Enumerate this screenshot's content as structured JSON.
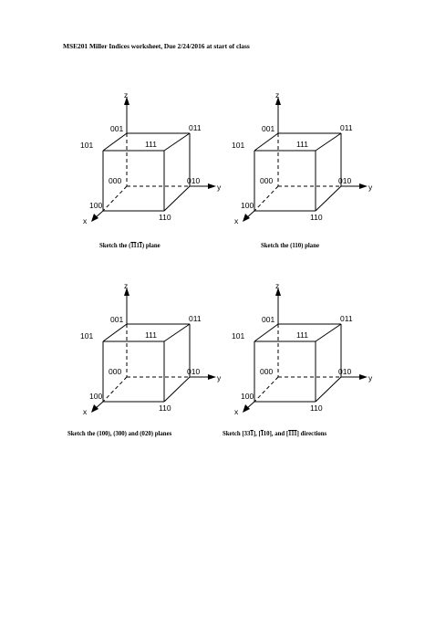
{
  "title": "MSE201 Miller Indices worksheet, Due 2/24/2016 at start of class",
  "cube_labels": {
    "z": "z",
    "y": "y",
    "x": "x",
    "v001": "001",
    "v011": "011",
    "v101": "101",
    "v111": "111",
    "v000": "000",
    "v010": "010",
    "v100": "100",
    "v110": "110"
  },
  "captions": {
    "c1": {
      "pre": "Sketch the (",
      "bar1": "1",
      "bar2": "1",
      "mid": "1",
      "bar3": "1",
      "post": ") plane"
    },
    "c2": {
      "text": "Sketch the (110) plane"
    },
    "c3": {
      "text": "Sketch the (100), (300) and (020) planes"
    },
    "c4": {
      "pre": "Sketch [33",
      "a_bar": "1",
      "a_post": "], [",
      "b_bar": "1",
      "b_post": "10], and [",
      "c_bar1": "1",
      "c_bar2": "1",
      "c_bar3": "1",
      "post": "] directions"
    }
  }
}
